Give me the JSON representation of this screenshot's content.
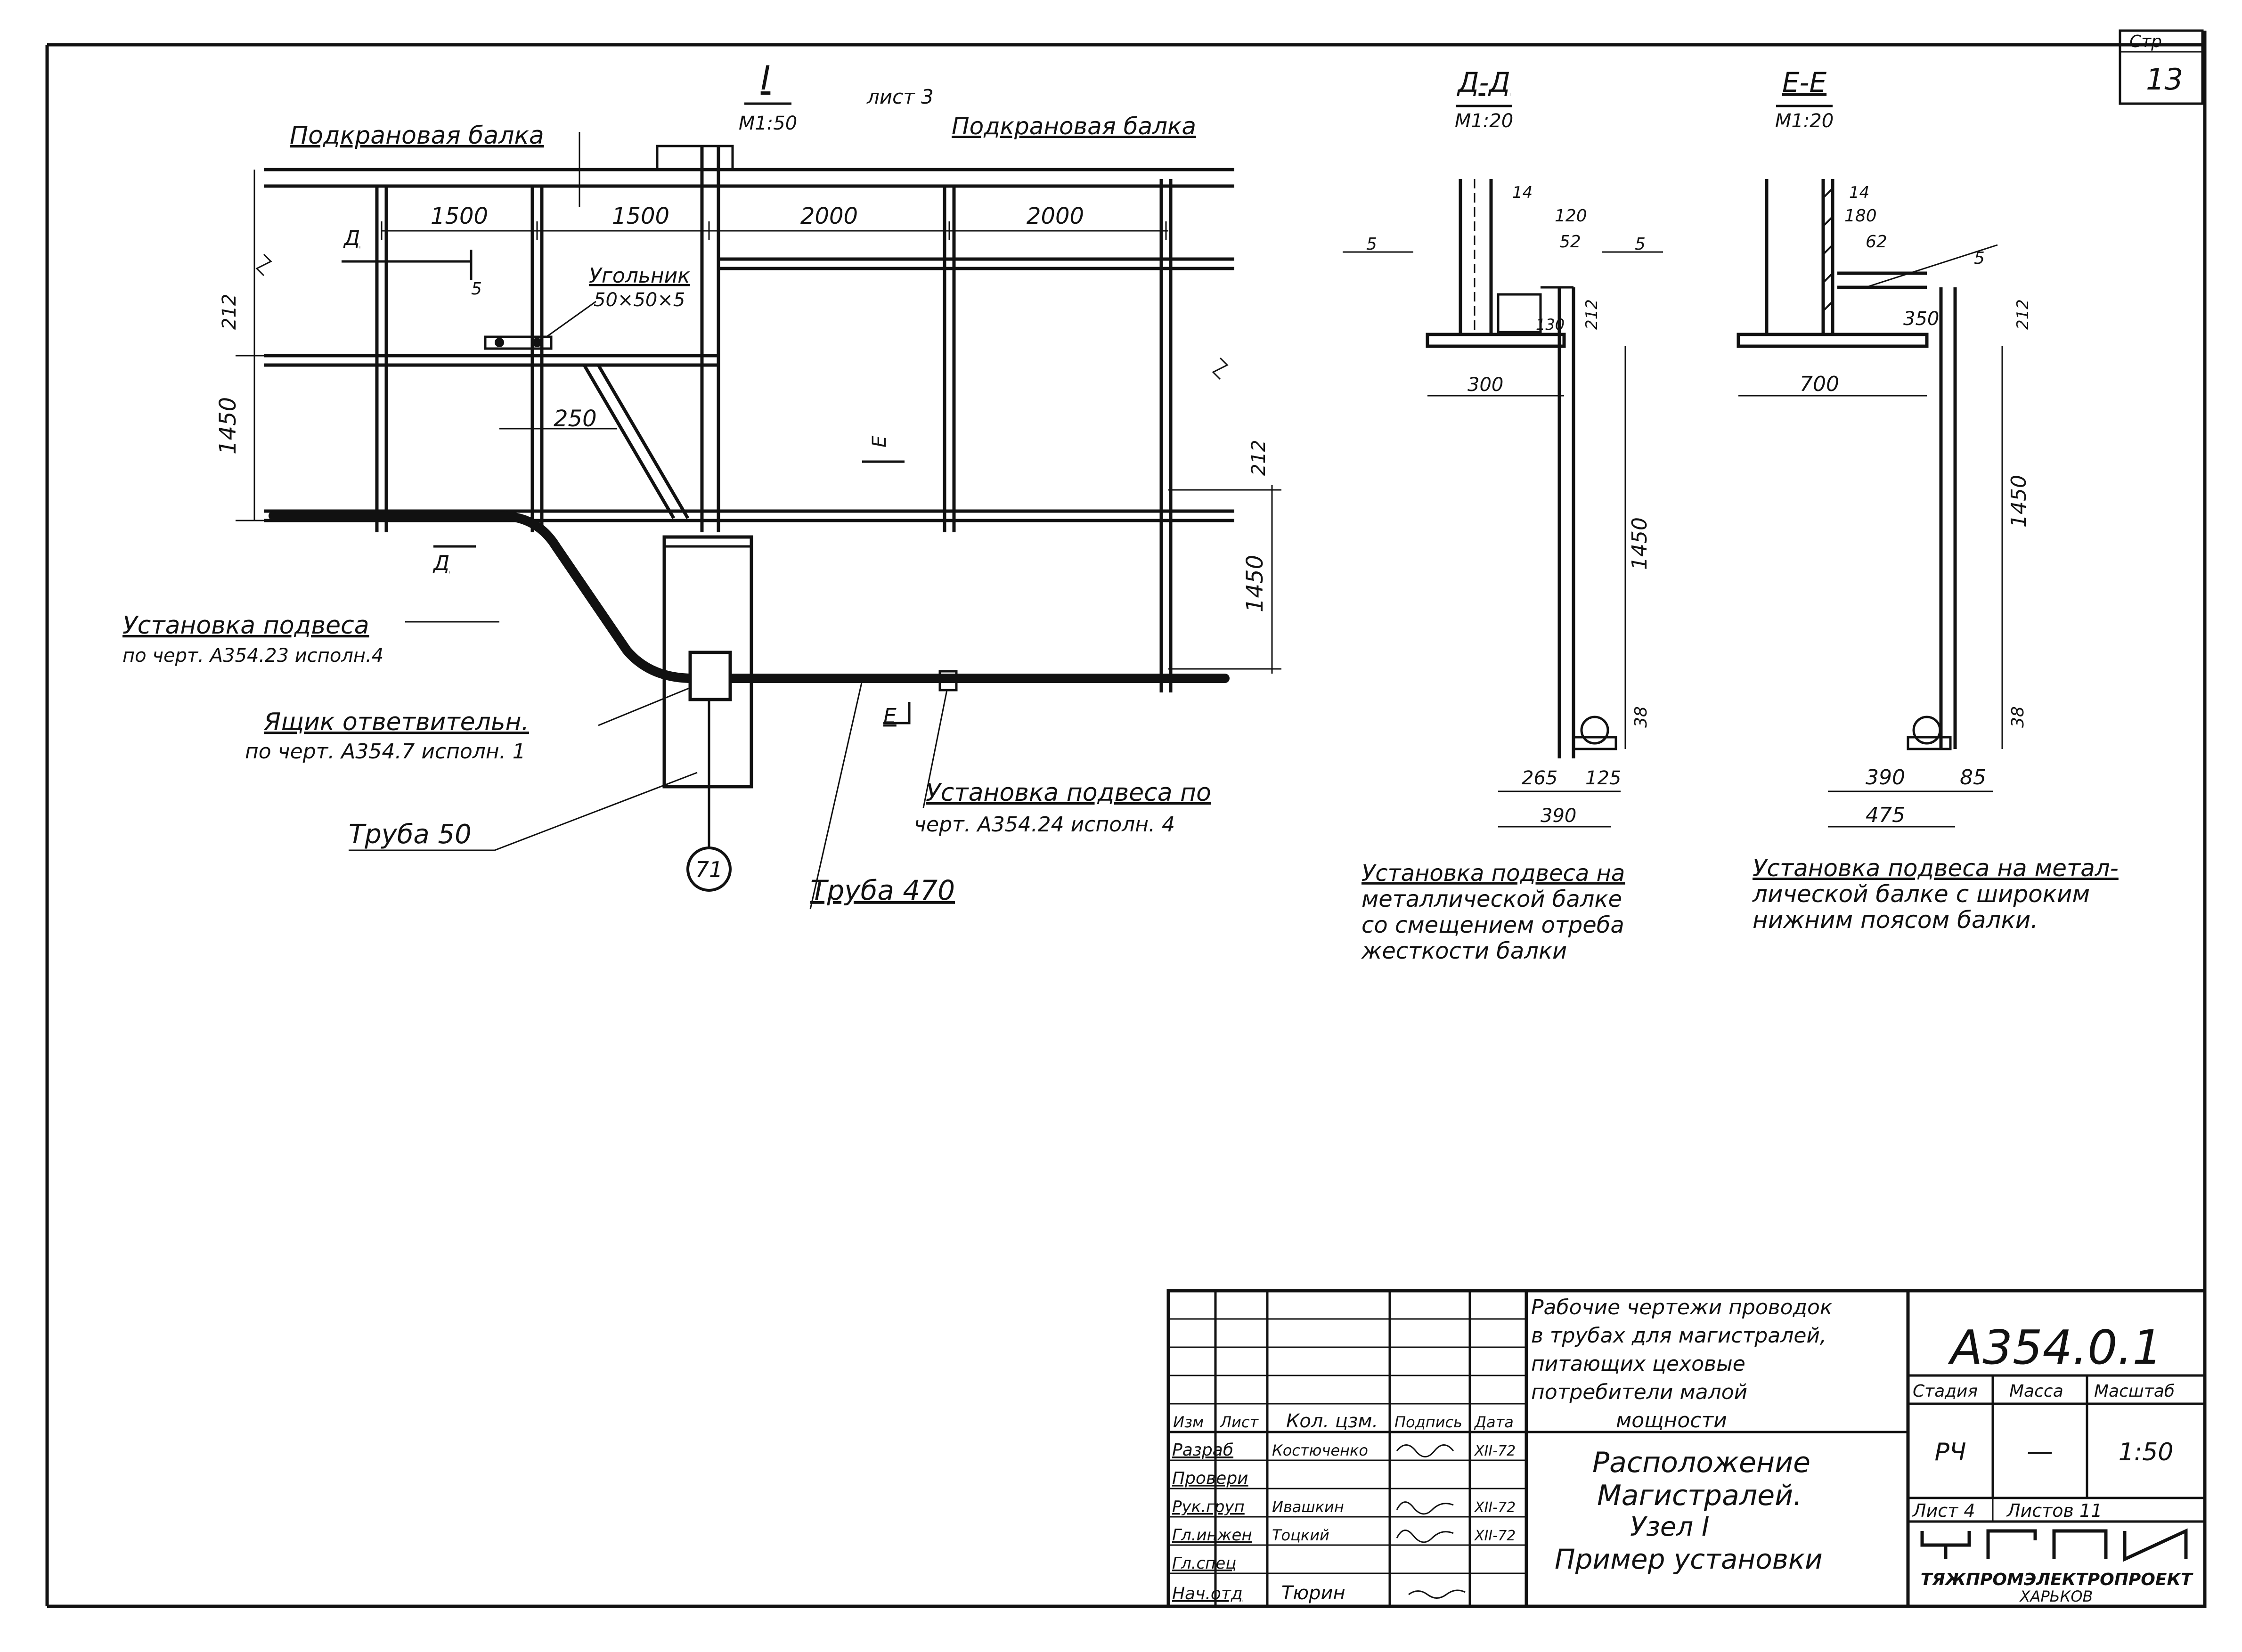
{
  "sheet_corner": {
    "label": "Стр",
    "number": "13"
  },
  "view_I": {
    "title": "I",
    "scale": "М1:50",
    "sheet_ref": "лист 3",
    "beam_left": "Подкрановая балка",
    "beam_right": "Подкрановая балка",
    "dims": [
      "1500",
      "1500",
      "2000",
      "2000",
      "212",
      "1450",
      "250",
      "212",
      "1450"
    ],
    "angle_label": "Угольник",
    "angle_size": "50×50×5",
    "cut_D": "Д",
    "cut_E": "Е",
    "hanger_note_1": "Установка подвеса",
    "hanger_note_1b": "по черт. А354.23 исполн.4",
    "box_note": "Ящик ответвительн.",
    "box_note_b": "по черт. А354.7 исполн. 1",
    "pipe_50": "Труба 50",
    "pipe_470": "Труба 470",
    "hanger_note_2": "Установка подвеса по",
    "hanger_note_2b": "черт. А354.24 исполн. 4",
    "node_number": "71",
    "weld": "5"
  },
  "section_D": {
    "title": "Д-Д",
    "scale": "М1:20",
    "dims": [
      "14",
      "120",
      "52",
      "130",
      "212",
      "300",
      "1450",
      "38",
      "265",
      "125",
      "390"
    ],
    "weld_left": "5",
    "weld_right": "5",
    "caption": [
      "Установка подвеса на",
      "металлической балке",
      "со смещением отреба",
      "жесткости балки"
    ]
  },
  "section_E": {
    "title": "Е-Е",
    "scale": "М1:20",
    "dims": [
      "14",
      "180",
      "62",
      "350",
      "212",
      "700",
      "1450",
      "38",
      "390",
      "85",
      "475"
    ],
    "weld": "5",
    "caption": [
      "Установка подвеса на метал-",
      "лической балке с широким",
      "нижним поясом балки."
    ]
  },
  "title_block": {
    "doc_code": "А354.0.1",
    "project_title": [
      "Рабочие чертежи проводок",
      "в трубах для магистралей,",
      "питающих цеховые",
      "потребители малой",
      "мощности"
    ],
    "sheet_title": [
      "Расположение",
      "Магистралей.",
      "Узел I",
      "Пример установки"
    ],
    "col_headers": {
      "stage": "Стадия",
      "mass": "Масса",
      "scale": "Масштаб"
    },
    "stage": "РЧ",
    "mass": "—",
    "scale": "1:50",
    "sheet_no": "Лист 4",
    "sheets_total": "Листов 11",
    "org_logo": "УГПИ",
    "org_name": "ТЯЖПРОМЭЛЕКТРОПРОЕКТ",
    "org_city": "ХАРЬКОВ",
    "rev_headers": [
      "Изм",
      "Лист",
      "Кол. цзм.",
      "Подпись",
      "Дата"
    ],
    "people": [
      {
        "role": "Разраб",
        "name": "Костюченко",
        "sign": "",
        "date": "XII-72"
      },
      {
        "role": "Провери",
        "name": "",
        "sign": "",
        "date": ""
      },
      {
        "role": "Рук.груп",
        "name": "Ивашкин",
        "sign": "",
        "date": "XII-72"
      },
      {
        "role": "Гл.инжен",
        "name": "Тоцкий",
        "sign": "",
        "date": "XII-72"
      },
      {
        "role": "Гл.спец",
        "name": "",
        "sign": "",
        "date": ""
      },
      {
        "role": "Нач.отд",
        "name": "Тюрин",
        "sign": "",
        "date": ""
      }
    ]
  }
}
